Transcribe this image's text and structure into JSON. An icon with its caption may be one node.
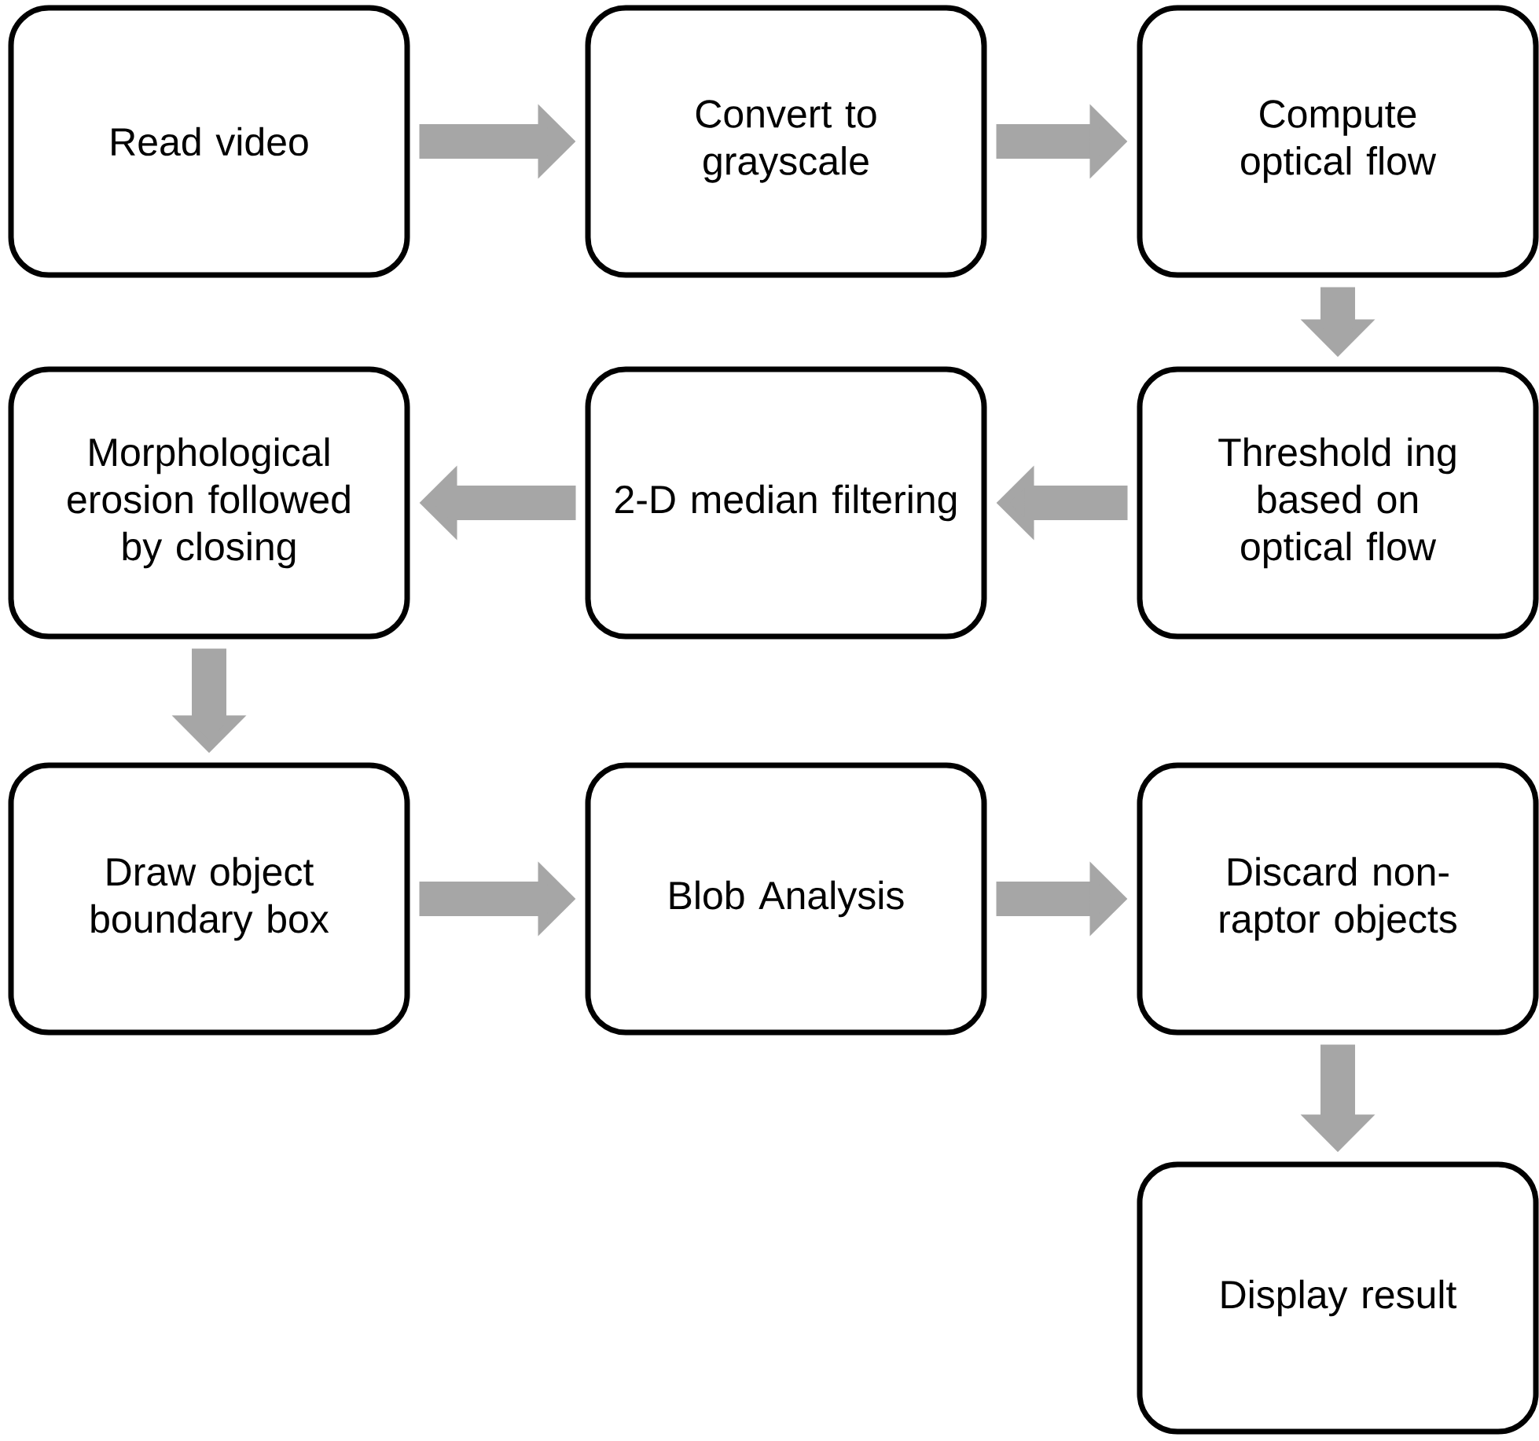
{
  "diagram": {
    "nodes": [
      {
        "text": [
          "Read video"
        ]
      },
      {
        "text": [
          "Convert to grayscale"
        ]
      },
      {
        "text": [
          "Compute optical flow"
        ]
      },
      {
        "text": [
          "Morphological erosion followed by closing"
        ]
      },
      {
        "text": [
          "2-D median filtering"
        ]
      },
      {
        "text": [
          "Threshold ing based on optical flow"
        ]
      },
      {
        "text": [
          "Draw object boundary box"
        ]
      },
      {
        "text": [
          "Blob Analysis"
        ]
      },
      {
        "text": [
          "Discard non-raptor objects"
        ]
      },
      {
        "text": [
          "Display result"
        ]
      }
    ],
    "edges": [
      {
        "from": 0,
        "to": 1,
        "arrow": "to"
      },
      {
        "from": 1,
        "to": 2,
        "arrow": "to"
      },
      {
        "from": 2,
        "to": 5,
        "arrow": "to"
      },
      {
        "from": 5,
        "to": 4,
        "arrow": "to"
      },
      {
        "from": 4,
        "to": 3,
        "arrow": "to"
      },
      {
        "from": 3,
        "to": 6,
        "arrow": "to"
      },
      {
        "from": 6,
        "to": 7,
        "arrow": "to"
      },
      {
        "from": 7,
        "to": 8,
        "arrow": "to"
      },
      {
        "from": 8,
        "to": 9,
        "arrow": "to"
      }
    ]
  }
}
